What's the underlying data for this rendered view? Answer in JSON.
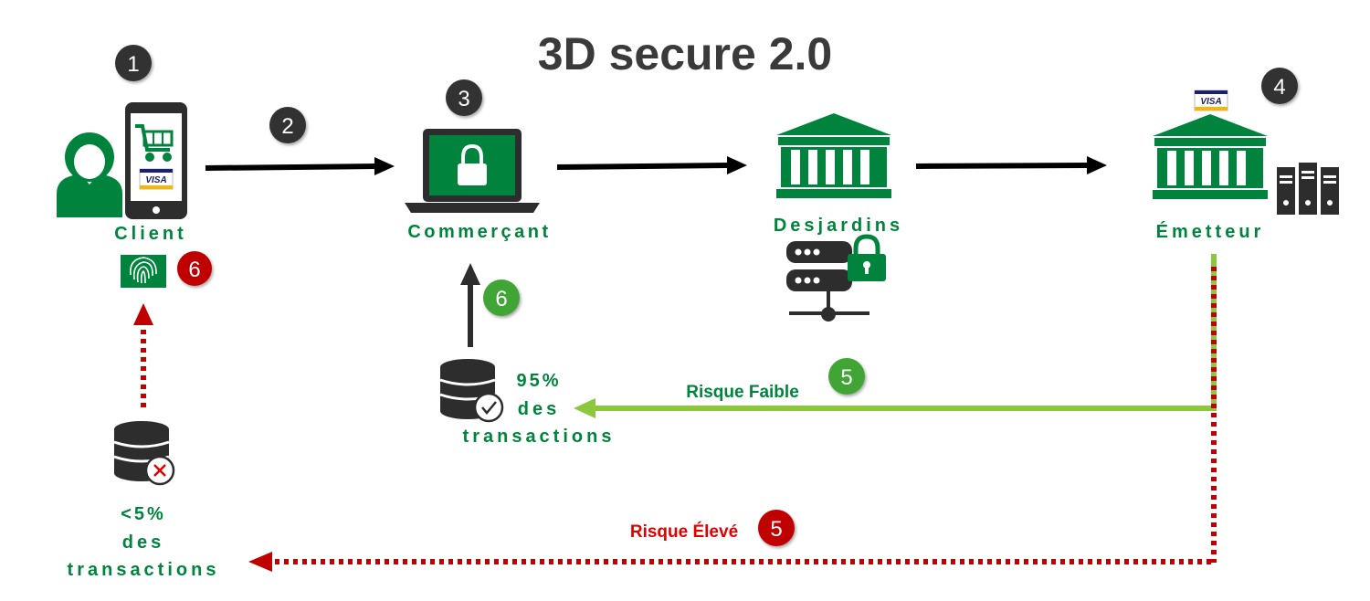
{
  "title": "3D secure 2.0",
  "nodes": {
    "client": "Client",
    "merchant": "Commerçant",
    "desjardins": "Desjardins",
    "issuer": "Émetteur"
  },
  "cards": {
    "visa": "VISA"
  },
  "steps": {
    "s1": "1",
    "s2": "2",
    "s3": "3",
    "s4": "4",
    "s5_low": "5",
    "s5_high": "5",
    "s6_low": "6",
    "s6_high": "6"
  },
  "risk": {
    "low_label": "Risque Faible",
    "high_label": "Risque Élevé"
  },
  "outcomes": {
    "low_pct": "95%",
    "low_des": "des",
    "low_tx": "transactions",
    "high_pct": "<5%",
    "high_des": "des",
    "high_tx": "transactions"
  },
  "colors": {
    "green": "#00843D",
    "light_green": "#8DC63F",
    "red": "#C00000",
    "dark": "#333333",
    "black": "#000000",
    "badge_green": "#3FA535"
  }
}
